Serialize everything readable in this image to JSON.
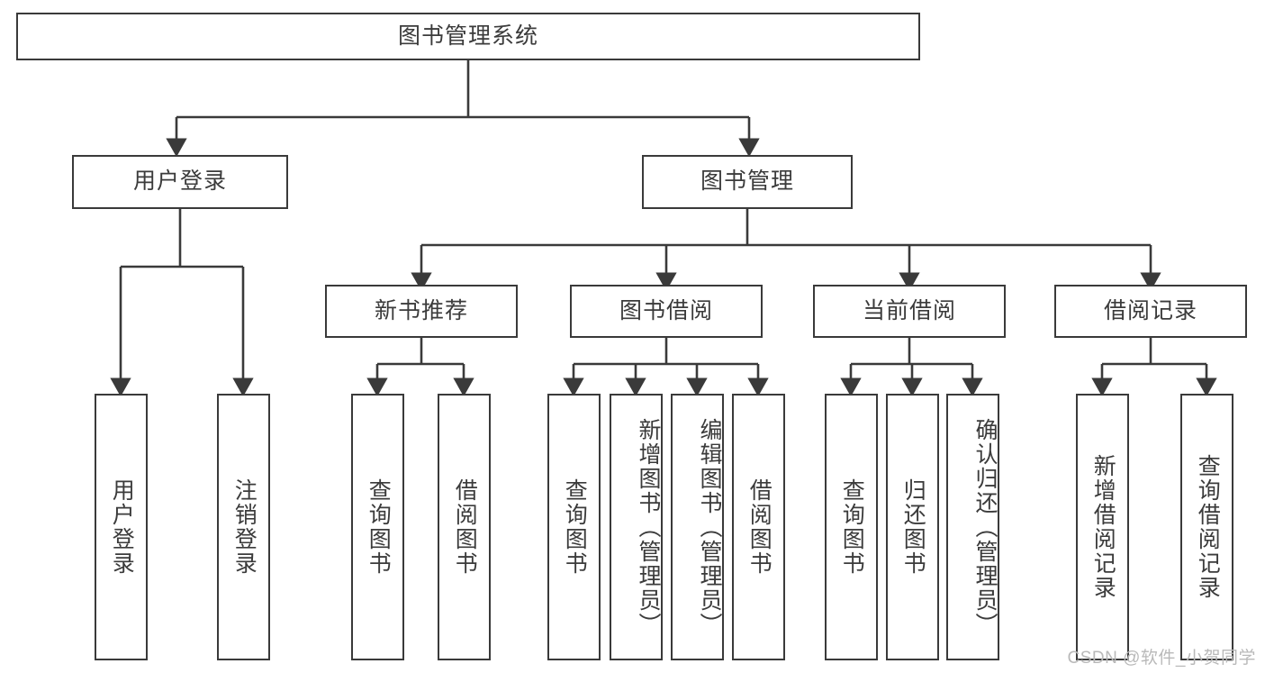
{
  "diagram": {
    "type": "tree",
    "title": "图书管理系统",
    "watermark": "CSDN @软件_小贺同学",
    "colors": {
      "box_border": "#3a3a3a",
      "box_fill": "#ffffff",
      "connector": "#3a3a3a",
      "text": "#3b3b3b",
      "watermark": "#b9b9b9",
      "background": "#ffffff"
    },
    "nodes": {
      "root": {
        "label": "图书管理系统",
        "level": 0,
        "orientation": "horizontal"
      },
      "n_user_login": {
        "label": "用户登录",
        "level": 1,
        "orientation": "horizontal"
      },
      "n_book_mgmt": {
        "label": "图书管理",
        "level": 1,
        "orientation": "horizontal"
      },
      "n_new_book_rec": {
        "label": "新书推荐",
        "level": 2,
        "orientation": "horizontal"
      },
      "n_book_borrow": {
        "label": "图书借阅",
        "level": 2,
        "orientation": "horizontal"
      },
      "n_current_borrow": {
        "label": "当前借阅",
        "level": 2,
        "orientation": "horizontal"
      },
      "n_borrow_record": {
        "label": "借阅记录",
        "level": 2,
        "orientation": "horizontal"
      },
      "leaf_user_login": {
        "label": "用户登录",
        "level": 3,
        "orientation": "vertical"
      },
      "leaf_user_logout": {
        "label": "注销登录",
        "level": 3,
        "orientation": "vertical"
      },
      "leaf_rec_query": {
        "label": "查询图书",
        "level": 3,
        "orientation": "vertical"
      },
      "leaf_rec_borrow": {
        "label": "借阅图书",
        "level": 3,
        "orientation": "vertical"
      },
      "leaf_borrow_query": {
        "label": "查询图书",
        "level": 3,
        "orientation": "vertical"
      },
      "leaf_borrow_add": {
        "label": "新增图书（管理员）",
        "level": 3,
        "orientation": "vertical"
      },
      "leaf_borrow_edit": {
        "label": "编辑图书（管理员）",
        "level": 3,
        "orientation": "vertical"
      },
      "leaf_borrow_lend": {
        "label": "借阅图书",
        "level": 3,
        "orientation": "vertical"
      },
      "leaf_cur_query": {
        "label": "查询图书",
        "level": 3,
        "orientation": "vertical"
      },
      "leaf_cur_return": {
        "label": "归还图书",
        "level": 3,
        "orientation": "vertical"
      },
      "leaf_cur_confirm": {
        "label": "确认归还（管理员）",
        "level": 3,
        "orientation": "vertical"
      },
      "leaf_rec_add": {
        "label": "新增借阅记录",
        "level": 3,
        "orientation": "vertical"
      },
      "leaf_rec_search": {
        "label": "查询借阅记录",
        "level": 3,
        "orientation": "vertical"
      }
    },
    "edges": [
      {
        "from": "root",
        "to": "n_user_login"
      },
      {
        "from": "root",
        "to": "n_book_mgmt"
      },
      {
        "from": "n_user_login",
        "to": "leaf_user_login"
      },
      {
        "from": "n_user_login",
        "to": "leaf_user_logout"
      },
      {
        "from": "n_book_mgmt",
        "to": "n_new_book_rec"
      },
      {
        "from": "n_book_mgmt",
        "to": "n_book_borrow"
      },
      {
        "from": "n_book_mgmt",
        "to": "n_current_borrow"
      },
      {
        "from": "n_book_mgmt",
        "to": "n_borrow_record"
      },
      {
        "from": "n_new_book_rec",
        "to": "leaf_rec_query"
      },
      {
        "from": "n_new_book_rec",
        "to": "leaf_rec_borrow"
      },
      {
        "from": "n_book_borrow",
        "to": "leaf_borrow_query"
      },
      {
        "from": "n_book_borrow",
        "to": "leaf_borrow_add"
      },
      {
        "from": "n_book_borrow",
        "to": "leaf_borrow_edit"
      },
      {
        "from": "n_book_borrow",
        "to": "leaf_borrow_lend"
      },
      {
        "from": "n_current_borrow",
        "to": "leaf_cur_query"
      },
      {
        "from": "n_current_borrow",
        "to": "leaf_cur_return"
      },
      {
        "from": "n_current_borrow",
        "to": "leaf_cur_confirm"
      },
      {
        "from": "n_borrow_record",
        "to": "leaf_rec_add"
      },
      {
        "from": "n_borrow_record",
        "to": "leaf_rec_search"
      }
    ]
  }
}
